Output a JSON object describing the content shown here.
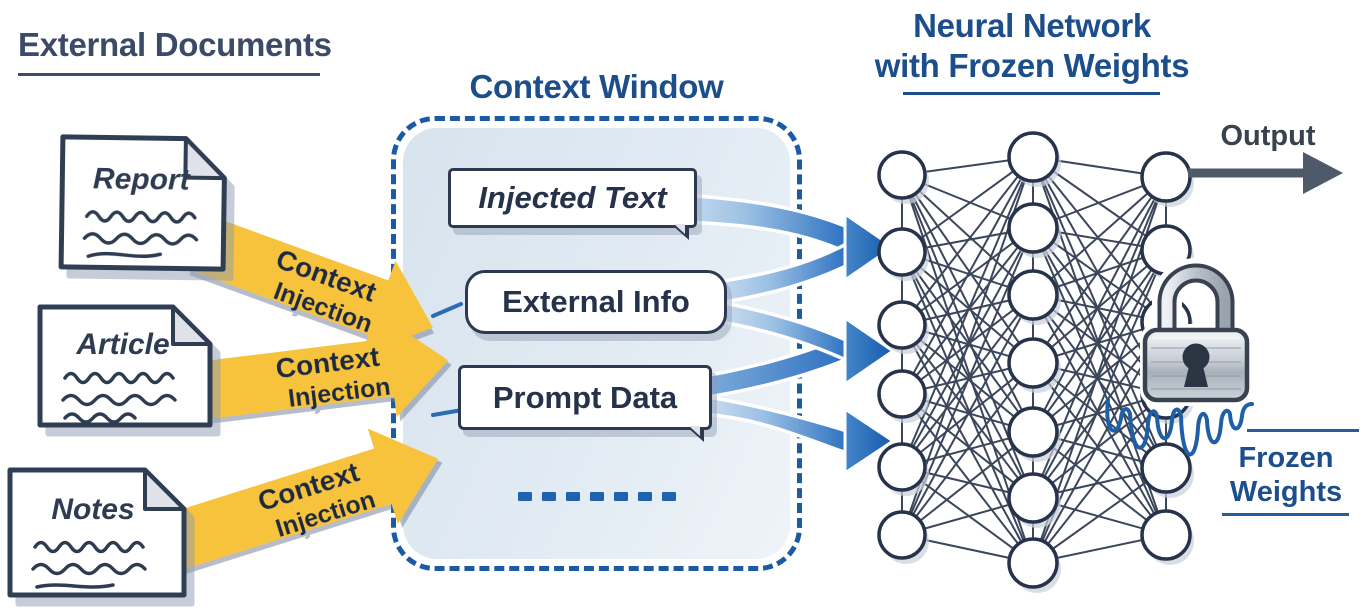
{
  "left_panel": {
    "heading": "External Documents",
    "documents": [
      {
        "title": "Report"
      },
      {
        "title": "Article"
      },
      {
        "title": "Notes"
      }
    ]
  },
  "injection_arrows": [
    {
      "label_line1": "Context",
      "label_line2": "Injection"
    },
    {
      "label_line1": "Context",
      "label_line2": "Injection"
    },
    {
      "label_line1": "Context",
      "label_line2": "Injection"
    }
  ],
  "context_window": {
    "heading": "Context Window",
    "items": [
      {
        "label": "Injected Text"
      },
      {
        "label": "External Info"
      },
      {
        "label": "Prompt Data"
      }
    ],
    "ellipsis_dashes": 7
  },
  "neural_network": {
    "heading_line1": "Neural Network",
    "heading_line2": "with Frozen Weights",
    "layers": [
      6,
      7,
      6
    ],
    "output_label": "Output",
    "lock_icon": "padlock-icon",
    "frozen_label_line1": "Frozen",
    "frozen_label_line2": "Weights"
  },
  "colors": {
    "heading_navy": "#3b4a66",
    "heading_blue": "#1d4e8c",
    "accent_yellow": "#f7c33c",
    "arrow_blue_dark": "#1a62b5",
    "arrow_blue_light": "#d7e5f4",
    "context_window_fill": "#dfe8f1",
    "dashed_border_blue": "#1a5aa6",
    "outline_dark": "#2c3950",
    "output_arrow_gray": "#4e5a6a",
    "frozen_drip_blue": "#1f5fa8"
  }
}
